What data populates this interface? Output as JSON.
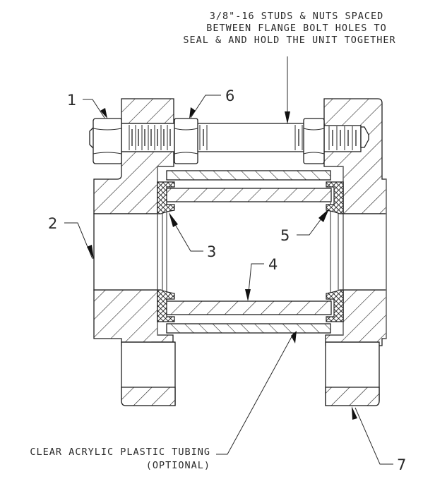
{
  "drawing": {
    "title": "Flanged sight-glass flow cell cross-section",
    "notes": {
      "studs": [
        "3/8\"-16 STUDS & NUTS SPACED",
        "BETWEEN FLANGE BOLT HOLES TO",
        "SEAL & AND HOLD THE UNIT TOGETHER"
      ],
      "tubing": [
        "CLEAR ACRYLIC PLASTIC TUBING",
        "(OPTIONAL)"
      ]
    },
    "callouts": [
      {
        "number": "1",
        "part": "hex-nut-left"
      },
      {
        "number": "2",
        "part": "left-flange"
      },
      {
        "number": "3",
        "part": "left-gasket"
      },
      {
        "number": "4",
        "part": "inner-tube"
      },
      {
        "number": "5",
        "part": "right-gasket"
      },
      {
        "number": "6",
        "part": "hex-nut-inner"
      },
      {
        "number": "7",
        "part": "right-flange"
      }
    ],
    "colors": {
      "line": "#1f1f1f",
      "text": "#2a2a2a",
      "background": "#ffffff"
    }
  }
}
